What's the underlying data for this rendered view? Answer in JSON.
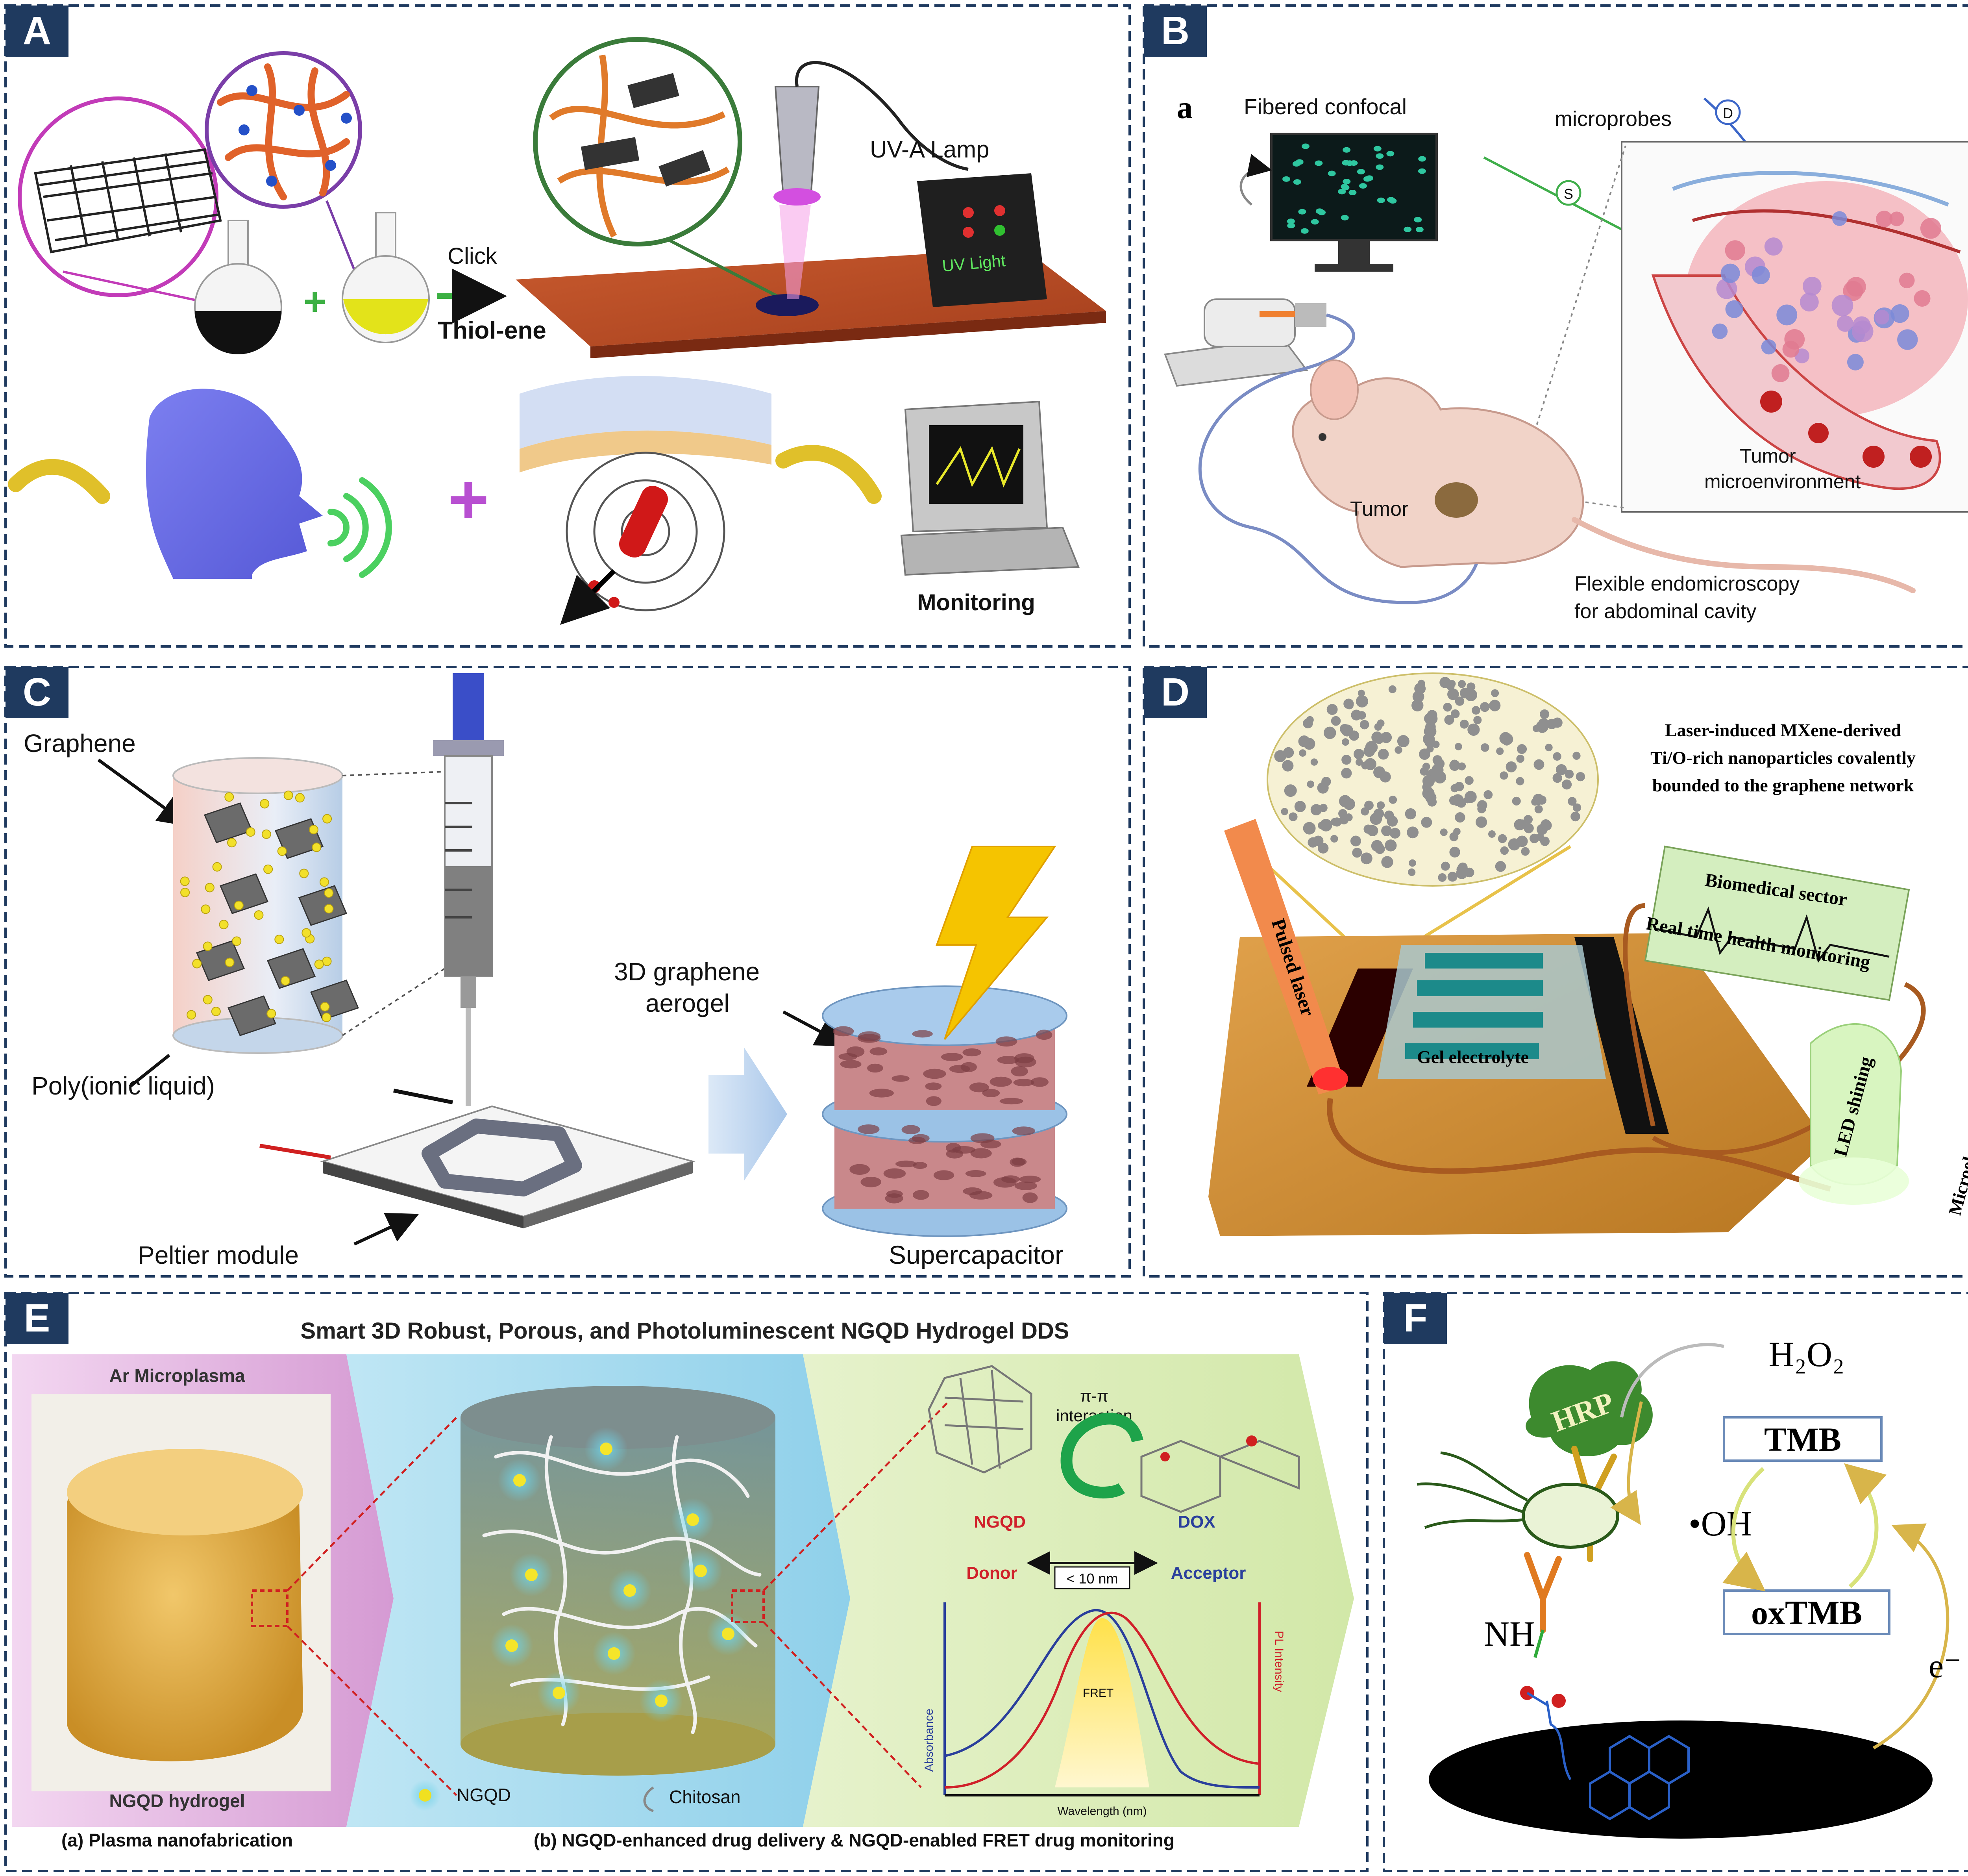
{
  "colors": {
    "panel_border": "#1f3a5f",
    "badge_bg": "#1f3a5f",
    "badge_text": "#ffffff",
    "accent_green": "#3cb043",
    "accent_purple": "#b84fd1",
    "accent_yellow": "#f2c12e",
    "donor_red": "#d0202a",
    "acceptor_blue": "#2a3f9c"
  },
  "panels": {
    "A": {
      "badge": "A",
      "uv_lamp": "UV-A Lamp",
      "uv_light": "UV Light",
      "click": "Click",
      "thiol_ene": "Thiol-ene",
      "monitoring": "Monitoring"
    },
    "B": {
      "badge": "B",
      "sub_label": "a",
      "fibered_confocal": "Fibered confocal",
      "microprobes": "microprobes",
      "probe_d": "D",
      "probe_s": "S",
      "tumor_micro_1": "Tumor",
      "tumor_micro_2": "microenvironment",
      "tumor": "Tumor",
      "flexible_1": "Flexible endomicroscopy",
      "flexible_2": "for abdominal cavity"
    },
    "C": {
      "badge": "C",
      "graphene": "Graphene",
      "poly": "Poly(ionic liquid)",
      "aerogel_1": "3D graphene",
      "aerogel_2": "aerogel",
      "peltier": "Peltier module",
      "supercap": "Supercapacitor"
    },
    "D": {
      "badge": "D",
      "mx_1": "Laser-induced MXene-derived",
      "mx_2": "Ti/O-rich nanoparticles covalently",
      "mx_3": "bounded to the graphene network",
      "pulsed": "Pulsed laser",
      "biomed": "Biomedical sector",
      "realtime": "Real time health monitoring",
      "gel": "Gel electrolyte",
      "led": "LED shining",
      "micro": "Microelectronics sector"
    },
    "E": {
      "badge": "E",
      "title": "Smart 3D Robust, Porous, and Photoluminescent NGQD Hydrogel DDS",
      "ar": "Ar Microplasma",
      "hydrogel": "NGQD hydrogel",
      "pi": "π-π",
      "interaction": "interaction",
      "ngqd": "NGQD",
      "dox": "DOX",
      "donor": "Donor",
      "dist": "< 10 nm",
      "acceptor": "Acceptor",
      "absorbance": "Absorbance",
      "pl": "PL Intensity",
      "fret": "FRET",
      "wavelength": "Wavelength (nm)",
      "ngqd_legend": "NGQD",
      "chitosan": "Chitosan",
      "caption_a": "(a) Plasma nanofabrication",
      "caption_b": "(b) NGQD-enhanced drug delivery & NGQD-enabled FRET drug monitoring"
    },
    "F": {
      "badge": "F",
      "hrp": "HRP",
      "h2o2": "H₂O₂",
      "tmb": "TMB",
      "oh": "•OH",
      "oxtmb": "oxTMB",
      "nh": "NH",
      "e": "e⁻"
    }
  }
}
